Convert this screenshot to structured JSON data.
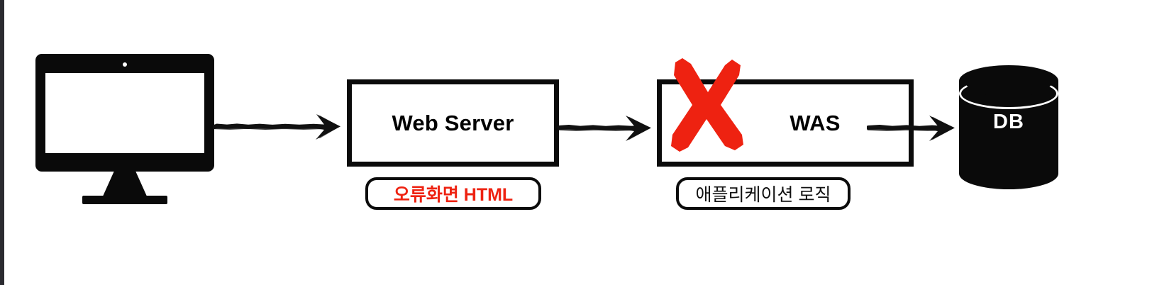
{
  "diagram": {
    "type": "flow",
    "title": "Web Server / WAS / DB request flow with WAS failure",
    "background_color": "#ffffff",
    "gutter_color": "#2b2b30",
    "accent_red": "#ee2211",
    "ink_color": "#0b0b0b",
    "nodes": [
      {
        "id": "client",
        "kind": "monitor-icon",
        "label": "",
        "icon": "desktop-monitor-icon"
      },
      {
        "id": "web-server",
        "kind": "rectangle",
        "label": "Web Server",
        "caption": "오류화면 HTML",
        "caption_color": "#ee2211",
        "caption_bold": true,
        "failed": false
      },
      {
        "id": "was",
        "kind": "rectangle",
        "label": "WAS",
        "caption": "애플리케이션 로직",
        "caption_color": "#111111",
        "caption_bold": false,
        "failed": true,
        "failure_marker": "red-x-icon"
      },
      {
        "id": "db",
        "kind": "cylinder",
        "label": "DB",
        "caption": "",
        "failed": false
      }
    ],
    "edges": [
      {
        "id": "edge-client-web",
        "from": "client",
        "to": "web-server",
        "style": "hand-drawn-arrow",
        "label": ""
      },
      {
        "id": "edge-web-was",
        "from": "web-server",
        "to": "was",
        "style": "hand-drawn-arrow",
        "label": ""
      },
      {
        "id": "edge-was-db",
        "from": "was",
        "to": "db",
        "style": "hand-drawn-arrow",
        "label": ""
      }
    ]
  }
}
